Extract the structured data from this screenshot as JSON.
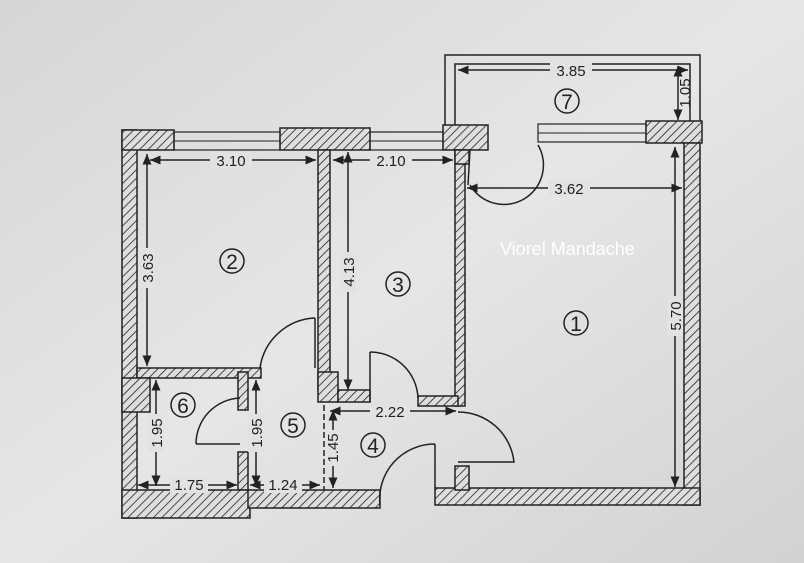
{
  "watermark": "Viorel Mandache",
  "rooms": [
    "1",
    "2",
    "3",
    "4",
    "5",
    "6",
    "7"
  ],
  "dimensions": {
    "room2_width": "3.10",
    "room2_height": "3.63",
    "room3_width": "2.10",
    "room3_height": "4.13",
    "room1_width": "3.62",
    "room1_height": "5.70",
    "balcony_width": "3.85",
    "balcony_depth": "1.05",
    "hall_width": "2.22",
    "hall_height": "1.45",
    "room6_height": "1.95",
    "room5_height": "1.95",
    "room6_width": "1.75",
    "room5_width": "1.24"
  },
  "colors": {
    "background": "#dcdcdc",
    "lines": "#222222"
  }
}
